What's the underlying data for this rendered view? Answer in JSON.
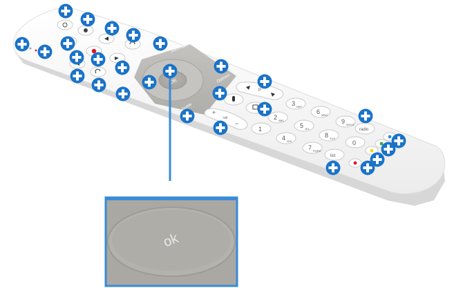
{
  "remote": {
    "body_color": "#f7f7f7",
    "shadow_color": "#d4d4d4",
    "dpad_color": "#b9b8b4",
    "hotspot_color": "#1a73c8",
    "record_color": "#e2122a",
    "color_keys": [
      "#e2122a",
      "#f0d800",
      "#3aa832",
      "#2a8fd8"
    ]
  },
  "dpad_labels": {
    "top": "Sommaire",
    "left": "Retour",
    "right": "Options",
    "bottom": "Guide",
    "center": "OK"
  },
  "keys": {
    "vol_plus": "+",
    "vol_minus": "−",
    "vol_label": "vol",
    "channel_label": "P",
    "radio": "radio",
    "list": "list",
    "digits": [
      {
        "digit": "1",
        "letters": ""
      },
      {
        "digit": "2",
        "letters": "ABC"
      },
      {
        "digit": "3",
        "letters": "DEF"
      },
      {
        "digit": "4",
        "letters": "GHI"
      },
      {
        "digit": "5",
        "letters": "JKL"
      },
      {
        "digit": "6",
        "letters": "MNO"
      },
      {
        "digit": "7",
        "letters": "PQRS"
      },
      {
        "digit": "8",
        "letters": "TUV"
      },
      {
        "digit": "9",
        "letters": "WXYZ"
      },
      {
        "digit": "0",
        "letters": ""
      }
    ]
  },
  "zoom_panel": {
    "border_color": "#3a8ad8",
    "background": "#a9a8a3",
    "label": "ok"
  }
}
